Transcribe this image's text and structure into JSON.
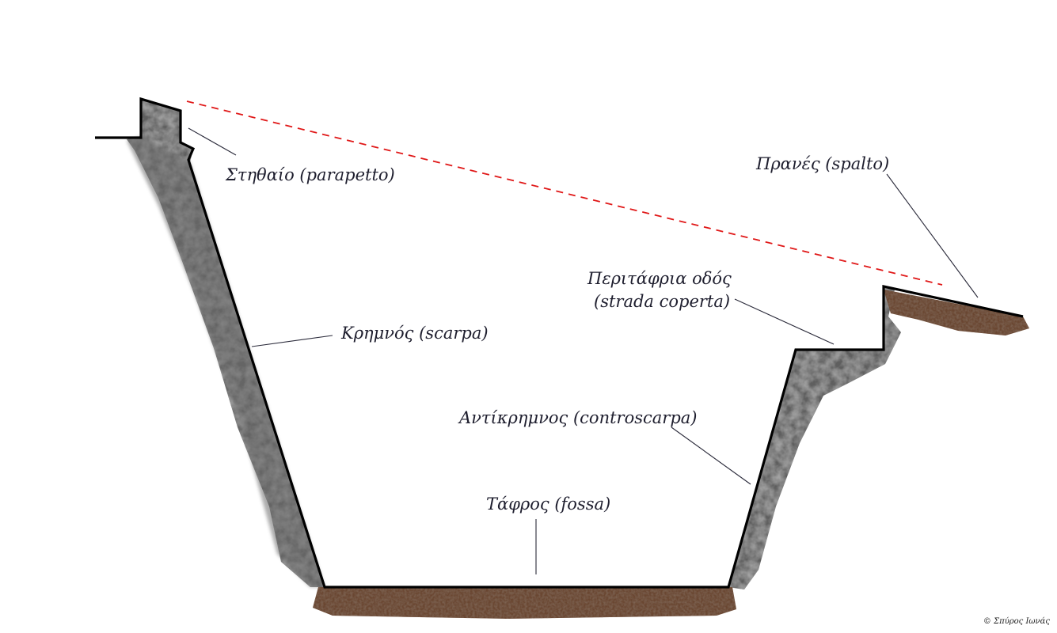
{
  "labels": {
    "parapet": "Στηθαίο (parapetto)",
    "glacis": "Πρανές (spalto)",
    "covered_way_line1": "Περιτάφρια οδός",
    "covered_way_line2": "(strada coperta)",
    "scarp": "Κρημνός (scarpa)",
    "counterscarp": "Αντίκρημνος (controscarpa)",
    "ditch": "Τάφρος (fossa)"
  },
  "credit": "© Σπύρος Ιωνάς",
  "colors": {
    "stone": "#5e5e5e",
    "stone_dark": "#3a3a3a",
    "earth": "#6b4631",
    "line_of_fire": "#e01818",
    "outline": "#000000"
  }
}
